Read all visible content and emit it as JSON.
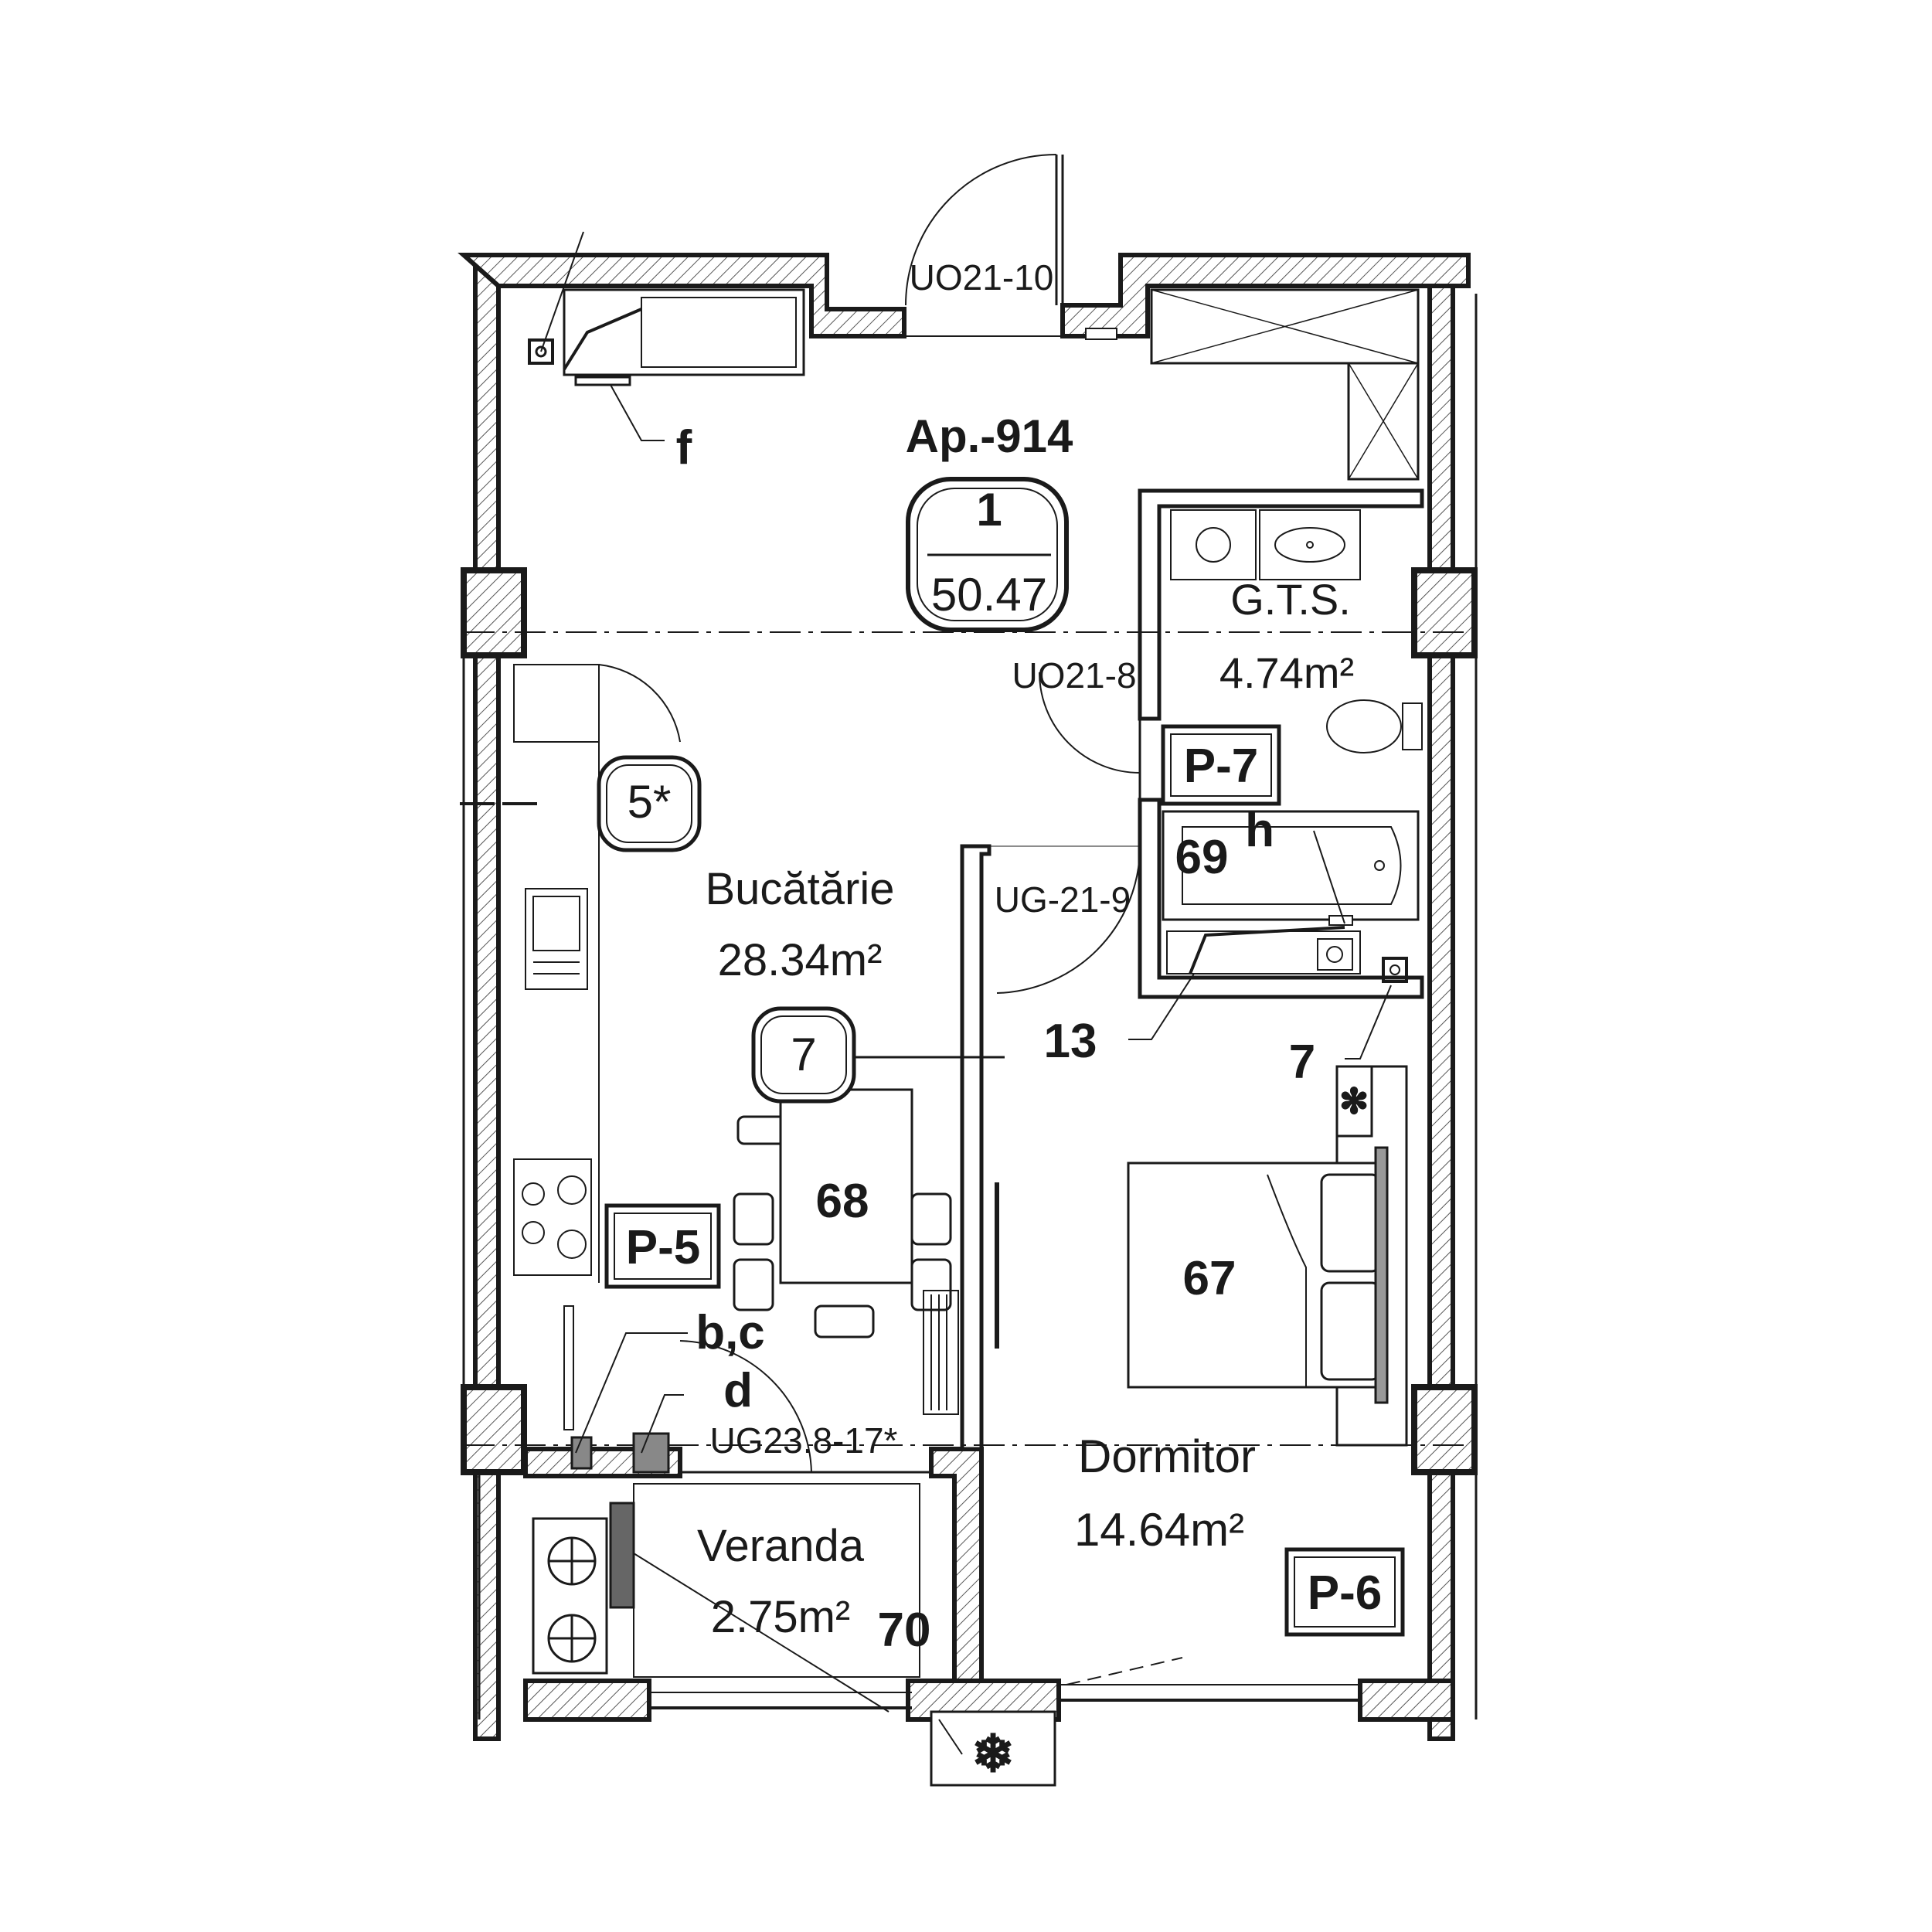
{
  "apartment": {
    "label": "Ap.-914",
    "rooms": "1",
    "area": "50.47"
  },
  "rooms": {
    "kitchen": {
      "name": "Bucătărie",
      "area": "28.34m²"
    },
    "bathroom": {
      "name": "G.T.S.",
      "area": "4.74m²"
    },
    "bedroom": {
      "name": "Dormitor",
      "area": "14.64m²"
    },
    "veranda": {
      "name": "Veranda",
      "area": "2.75m²"
    }
  },
  "doors": {
    "entrance": "UO21-10",
    "bathroom": "UO21-8",
    "bedroom": "UG-21-9",
    "veranda": "UG23.8-17*"
  },
  "panels": [
    "P-5",
    "P-6",
    "P-7"
  ],
  "circle_markers": [
    "5*",
    "7"
  ],
  "item_numbers": [
    "67",
    "68",
    "69",
    "70",
    "13",
    "7"
  ],
  "letter_labels": [
    "f",
    "h",
    "b,c",
    "d"
  ],
  "colors": {
    "line": "#1a1a1a",
    "hatch": "#555555",
    "fill": "#ffffff"
  },
  "icons": [
    "snowflake-icon",
    "cooktop-icon",
    "sink-icon",
    "toilet-icon",
    "bathtub-icon",
    "bed-icon",
    "dining-table-icon",
    "washing-machine-icon"
  ]
}
